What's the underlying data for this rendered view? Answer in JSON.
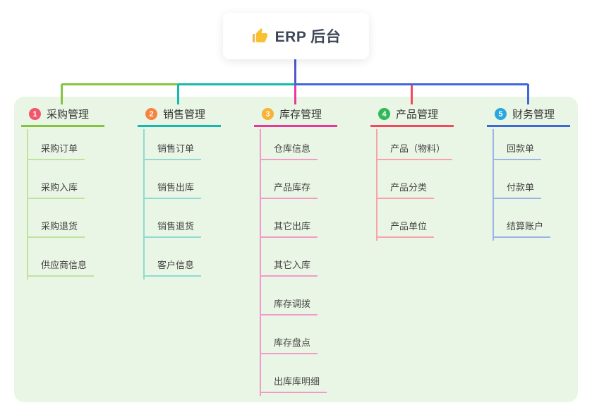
{
  "root": {
    "label": "ERP 后台",
    "icon": "thumbs-up-icon"
  },
  "connectors": {
    "root_stem_color": "#4c59c6"
  },
  "panel_color": "#eaf6e5",
  "branches": [
    {
      "badge": "1",
      "title": "采购管理",
      "accent": "#85c440",
      "accent_light": "#bfe29f",
      "badge_color": "#f2566c",
      "items": [
        "采购订单",
        "采购入库",
        "采购退货",
        "供应商信息"
      ]
    },
    {
      "badge": "2",
      "title": "销售管理",
      "accent": "#16b9ac",
      "accent_light": "#8fdbd2",
      "badge_color": "#f7833f",
      "items": [
        "销售订单",
        "销售出库",
        "销售退货",
        "客户信息"
      ]
    },
    {
      "badge": "3",
      "title": "库存管理",
      "accent": "#e8399b",
      "accent_light": "#f29ac9",
      "badge_color": "#f9b234",
      "items": [
        "仓库信息",
        "产品库存",
        "其它出库",
        "其它入库",
        "库存调拨",
        "库存盘点",
        "出库库明细"
      ]
    },
    {
      "badge": "4",
      "title": "产品管理",
      "accent": "#f4495c",
      "accent_light": "#f9a2aa",
      "badge_color": "#31b857",
      "items": [
        "产品（物料）",
        "产品分类",
        "产品单位"
      ]
    },
    {
      "badge": "5",
      "title": "财务管理",
      "accent": "#3e68d8",
      "accent_light": "#9db4e8",
      "badge_color": "#2aa7de",
      "items": [
        "回款单",
        "付款单",
        "结算账户"
      ]
    }
  ]
}
